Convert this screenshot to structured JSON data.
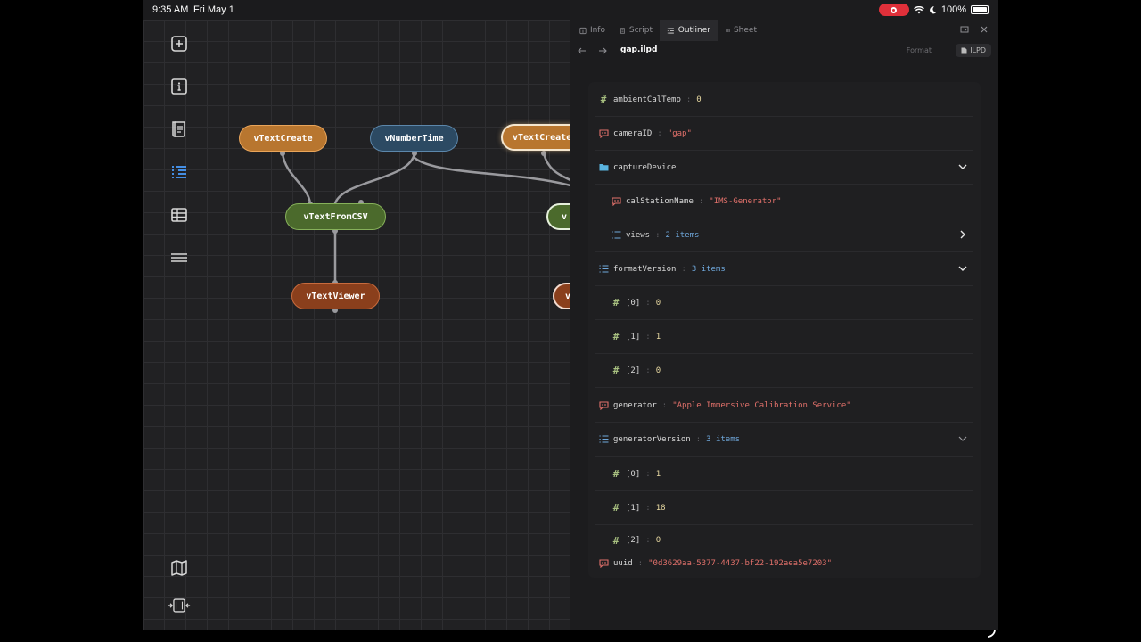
{
  "status_bar": {
    "time": "9:35 AM",
    "date": "Fri May 1",
    "battery": "100%"
  },
  "toolbar": {
    "tools": [
      "add-node-icon",
      "info-icon",
      "script-icon",
      "outliner-icon",
      "sheet-icon",
      "menu-icon",
      "map-icon",
      "fit-view-icon"
    ]
  },
  "graph": {
    "nodes": {
      "text_create_1": "vTextCreate",
      "number_time": "vNumberTime",
      "text_create_2": "vTextCreate",
      "text_from_csv": "vTextFromCSV",
      "green_partial": "v",
      "text_viewer": "vTextViewer",
      "brown_partial": "v"
    }
  },
  "panel": {
    "tabs": [
      "Info",
      "Script",
      "Outliner",
      "Sheet"
    ],
    "active_tab": "Outliner",
    "filename": "gap.ilpd",
    "format_label": "Format",
    "format_value": "ILPD"
  },
  "outline": {
    "sep": ":",
    "rows": [
      {
        "key": "ambientCalTemp",
        "value": "0"
      },
      {
        "key": "cameraID",
        "value": "\"gap\""
      },
      {
        "key": "captureDevice",
        "value": ""
      },
      {
        "key": "calStationName",
        "value": "\"IMS-Generator\""
      },
      {
        "key": "views",
        "value": "2 items"
      },
      {
        "key": "formatVersion",
        "value": "3 items"
      },
      {
        "key": "[0]",
        "value": "0"
      },
      {
        "key": "[1]",
        "value": "1"
      },
      {
        "key": "[2]",
        "value": "0"
      },
      {
        "key": "generator",
        "value": "\"Apple Immersive Calibration Service\""
      },
      {
        "key": "generatorVersion",
        "value": "3 items"
      },
      {
        "key": "[0]",
        "value": "1"
      },
      {
        "key": "[1]",
        "value": "18"
      },
      {
        "key": "[2]",
        "value": "0"
      },
      {
        "key": "uuid",
        "value": "\"0d3629aa-5377-4437-bf22-192aea5e7203\""
      }
    ]
  },
  "colors": {
    "number": "#e6d7a0",
    "string": "#e0706a",
    "count": "#6fa8dc",
    "hash_icon": "#a8c080",
    "accent": "#4a9eff"
  }
}
